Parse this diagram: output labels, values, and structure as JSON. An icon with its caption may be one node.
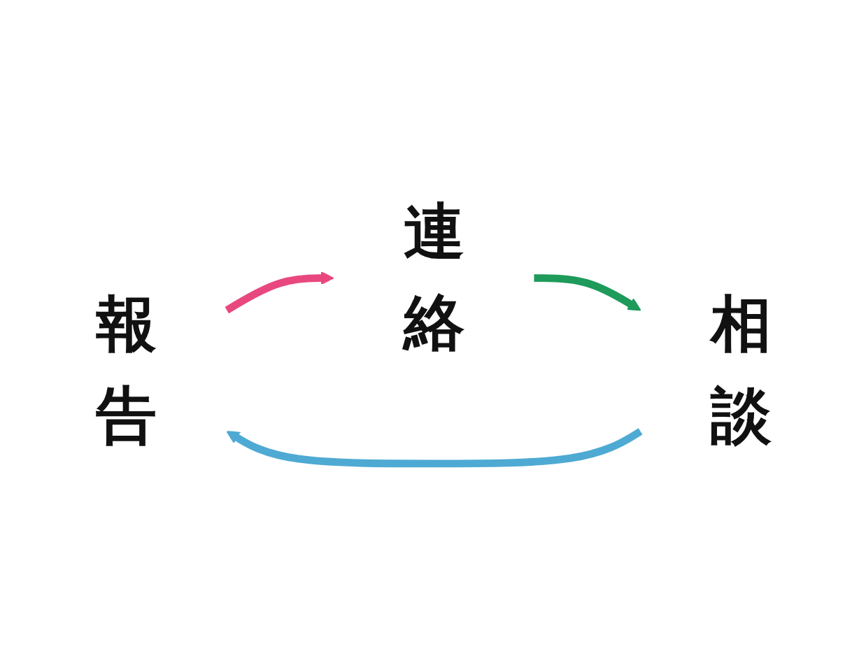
{
  "diagram": {
    "nodes": [
      {
        "text": [
          "報告"
        ]
      },
      {
        "text": [
          "連絡"
        ]
      },
      {
        "text": [
          "相談"
        ]
      }
    ],
    "edges": [
      {
        "from": 0,
        "to": 1,
        "arrow": "to",
        "color": "#e8487f"
      },
      {
        "from": 1,
        "to": 2,
        "arrow": "to",
        "color": "#1e9a5a"
      },
      {
        "from": 2,
        "to": 0,
        "arrow": "to",
        "color": "#4eaad3"
      }
    ]
  }
}
